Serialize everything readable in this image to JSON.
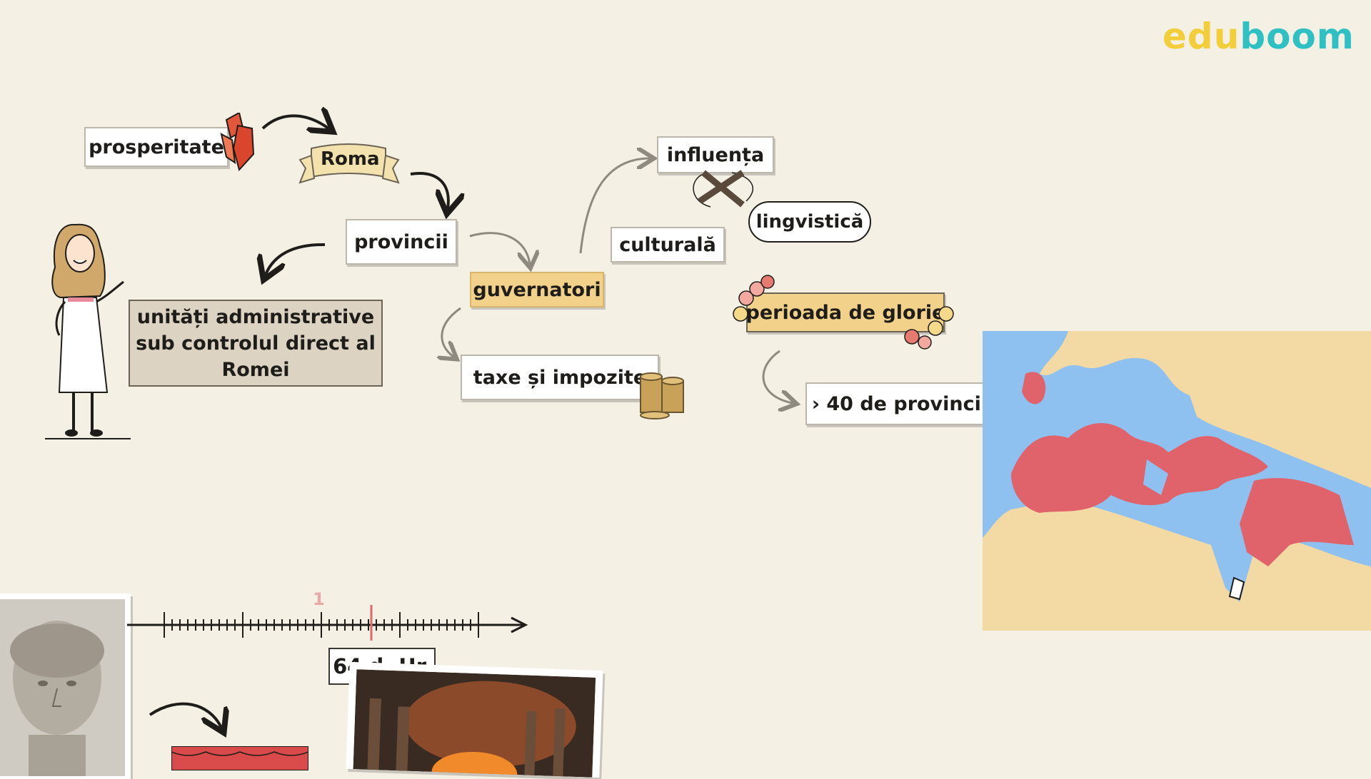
{
  "logo": {
    "part1": "edu",
    "part2": "boom"
  },
  "concepts": {
    "prosperitate": "prosperitate",
    "roma": "Roma",
    "provincii": "provincii",
    "definition": "unități administrative\nsub controlul direct al\nRomei",
    "guvernatori": "guvernatori",
    "taxe": "taxe și impozite",
    "influenta": "influența",
    "culturala": "culturală",
    "lingvistica": "lingvistică",
    "glorie": "perioada de glorie",
    "provinces_count": "› 40 de provincii"
  },
  "timeline": {
    "tick_label": "1",
    "date_label": "64 d. Hr."
  },
  "colors": {
    "empire": "#e0626a",
    "sea": "#8ec1f0",
    "land": "#f3d9a4",
    "gold": "#f2d28a"
  },
  "icons": [
    "crystal-icon",
    "coins-icon",
    "crossed-icon",
    "flowers-icon",
    "cursor-icon"
  ]
}
